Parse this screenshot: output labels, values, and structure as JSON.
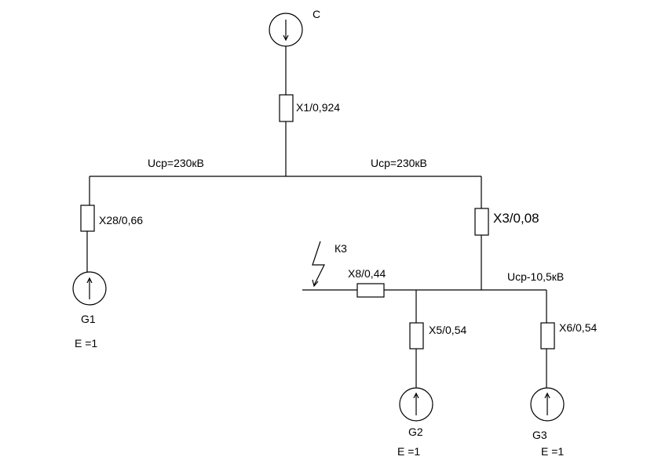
{
  "colors": {
    "line": "#000000",
    "background": "#ffffff"
  },
  "labels": {
    "source_c": "С",
    "x1": "X1/0,924",
    "ucp_left": "Ucp=230кВ",
    "ucp_right": "Ucp=230кВ",
    "x28": "X28/0,66",
    "x3": "X3/0,08",
    "k3": "К3",
    "x8": "X8/0,44",
    "ucp_low": "Ucp-10,5кВ",
    "x5": "X5/0,54",
    "x6": "X6/0,54",
    "g1": "G1",
    "g1_e": "E =1",
    "g2": "G2",
    "g2_e": "E =1",
    "g3": "G3",
    "g3_e": "E =1"
  }
}
